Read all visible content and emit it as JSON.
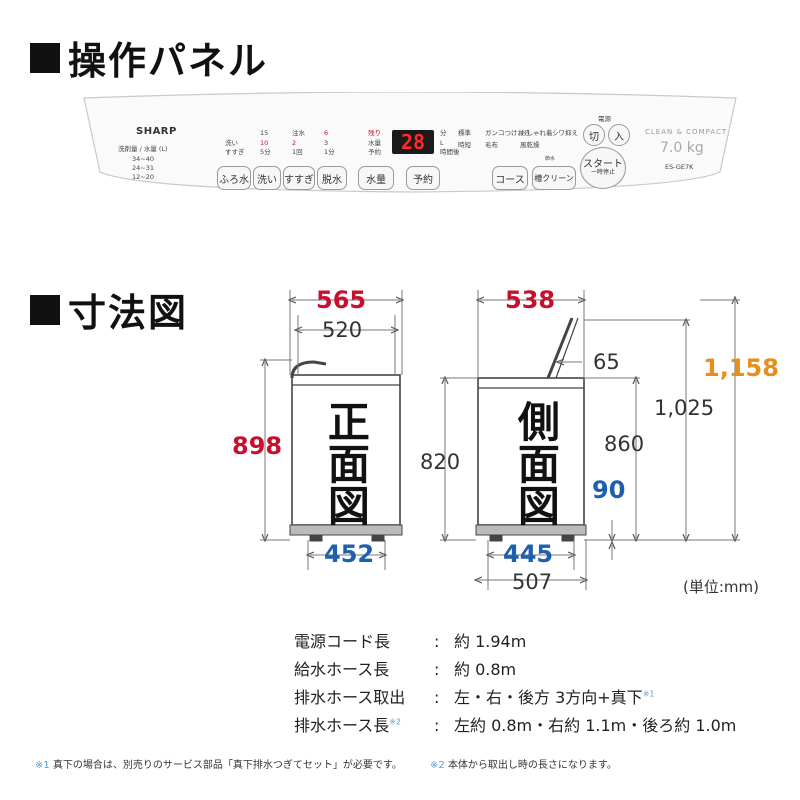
{
  "sections": {
    "panel_title": "操作パネル",
    "dimensions_title": "寸法図"
  },
  "panel": {
    "brand": "SHARP",
    "wash_amount_label": "洗剤量 / 水量 (L)",
    "water_levels": [
      "34~40",
      "24~31",
      "12~20"
    ],
    "modes_a": [
      "洗い",
      "すすぎ"
    ],
    "times_a": [
      "15",
      "10",
      "5分"
    ],
    "water_a": [
      "注水",
      "2",
      "1回"
    ],
    "spin_a": [
      "6",
      "3",
      "1分"
    ],
    "display_value": "28",
    "display_labels": [
      "残り",
      "水量",
      "予約"
    ],
    "display_units": [
      "分",
      "L",
      "時間後"
    ],
    "courses_row1": [
      "標準",
      "ガンコつけおき",
      "おしゃれ着",
      "シワ抑え"
    ],
    "courses_row2": [
      "時短",
      "毛布",
      "風乾燥"
    ],
    "buttons": {
      "furo": "ふろ水",
      "wash": "洗い",
      "rinse": "すすぎ",
      "spin": "脱水",
      "water": "水量",
      "timer": "予約",
      "course": "コース",
      "clean": "槽クリーン",
      "power_off": "切",
      "power_on": "入",
      "power_label": "電源",
      "start": "スタート",
      "start_sub": "一時停止",
      "clean_small": "節水"
    },
    "product_line": "CLEAN & COMPACT",
    "capacity": "7.0 kg",
    "model": "ES-GE7K"
  },
  "front": {
    "name": "正面図",
    "outer_width": "565",
    "inner_width": "520",
    "height": "898",
    "base_width": "452"
  },
  "side": {
    "name": "側面図",
    "outer_depth": "538",
    "lid_offset": "65",
    "total_height": "1,158",
    "lid_open_height": "1,025",
    "body_height_a": "860",
    "body_height_b": "820",
    "base_height": "90",
    "base_depth": "445",
    "base_depth_outer": "507"
  },
  "unit": "(単位:mm)",
  "specs": [
    {
      "label": "電源コード長",
      "value": "約 1.94m",
      "note": ""
    },
    {
      "label": "給水ホース長",
      "value": "約 0.8m",
      "note": ""
    },
    {
      "label": "排水ホース取出",
      "value": "左・右・後方 3方向+真下",
      "note": "※1"
    },
    {
      "label": "排水ホース長",
      "value": "左約 0.8m・右約 1.1m・後ろ約 1.0m",
      "note": "※2"
    }
  ],
  "spec_colon": ":",
  "footnotes": [
    {
      "mark": "※1",
      "text": "真下の場合は、別売りのサービス部品「真下排水つぎてセット」が必要です。"
    },
    {
      "mark": "※2",
      "text": "本体から取出し時の長さになります。"
    }
  ],
  "colors": {
    "red": "#c8102e",
    "blue": "#1f5fb0",
    "orange": "#e98d1c",
    "display_red": "#ff2a2a"
  }
}
